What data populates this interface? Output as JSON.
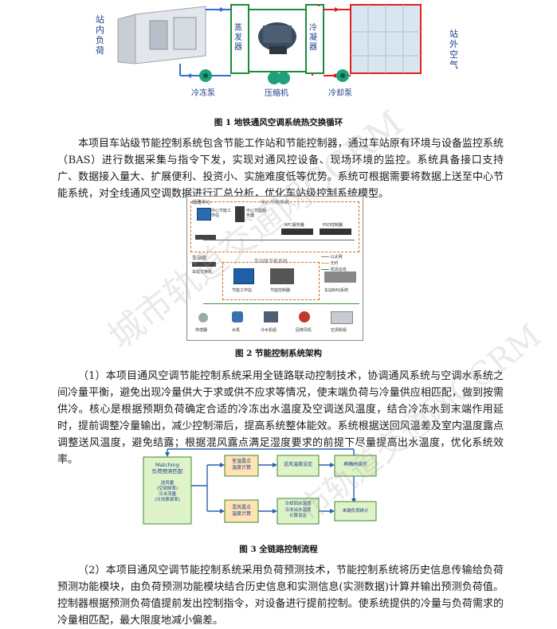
{
  "figure1": {
    "caption": "图 1 地铁通风空调系统热交换循环",
    "left_label": [
      "站",
      "内",
      "负",
      "荷"
    ],
    "right_label": [
      "站",
      "外",
      "空",
      "气"
    ],
    "evaporator_label": [
      "蒸",
      "发",
      "器"
    ],
    "condenser_label": [
      "冷",
      "凝",
      "器"
    ],
    "chilled_pump_label": "冷冻泵",
    "compressor_label": "压缩机",
    "cooling_pump_label": "冷却泵",
    "colors": {
      "blue": "#2f6fd6",
      "green": "#1e8a3e",
      "red": "#e02020",
      "pump": "#1fa07a"
    }
  },
  "para1": "本项目车站级节能控制系统包含节能工作站和节能控制器，通过车站原有环境与设备监控系统（BAS）进行数据采集与指令下发，实现对通风控设备、现场环境的监控。系统具备接口支持广、数据接入量大、扩展便利、投资小、实施难度低等优势。系统可根据需要将数据上送至中心节能系统，对全线通风空调数据进行汇总分析，优化车站级控制系统模型。",
  "figure2": {
    "caption": "图 2 节能控制系统架构",
    "center_zone": "线路中心",
    "center_energy_label": "中心节能系统",
    "center_ws_label": "中心节能工作站",
    "center_server_label": "中心节能服务器",
    "afc_label": "AFC服务器",
    "psd_label": "PSD控制器",
    "legend": [
      "以太网",
      "光纤",
      "现场总线"
    ],
    "station_zone": "车站级",
    "station_energy_label": "车站级节能系统",
    "station_switch_label": "车站交换机",
    "energy_ws_label": "节能工作站",
    "energy_ctrl_label": "节能控制器",
    "bas_label": "车站BAS系统",
    "devices": [
      "传感器",
      "水泵",
      "冷水机组",
      "回排风机",
      "空调机组"
    ]
  },
  "para2": "（1）本项目通风空调节能控制系统采用全链路联动控制技术，协调通风系统与空调水系统之间冷量平衡，避免出现冷量供大于求或供不应求等情况，使末端负荷与冷量供应相匹配，做到按需供冷。核心是根据预期负荷确定合适的冷冻出水温度及空调送风温度，结合冷冻水到末端作用延时，提前调整冷量输出，减少控制滞后，提高系统整体能效。系统根据送回风温差及室内温度露点调整送风温度，避免结露；根据混风露点满足湿度要求的前提下尽量提高出水温度，优化系统效率。",
  "figure3": {
    "caption": "图 3 全链路控制流程",
    "matching_label": [
      "Matching",
      "负荷预测匹配"
    ],
    "matching_sub": [
      "送风量",
      "(空调频率)",
      "冷水流量",
      "(冷冻泵频率)"
    ],
    "box1": [
      "室温露点",
      "温度计算"
    ],
    "box2": "送风温度设定",
    "box3": "再确阀调节",
    "box4": [
      "混风露点",
      "温度计算"
    ],
    "box5": [
      "冷却回水温度",
      "冷冻出水温度",
      "计算设定"
    ],
    "box6": "末端负荷统计",
    "colors": {
      "box": "#dff3c9",
      "box_border": "#3d8a2e",
      "line": "#2b5fb3",
      "accent": "#ffe3b3"
    }
  },
  "para3": "（2）本项目通风空调节能控制系统采用负荷预测技术，节能控制系统将历史信息传输给负荷预测功能模块，由负荷预测功能模块结合历史信息和实测信息(实测数据)计算并输出预测负荷值。控制器根据预测负荷值提前发出控制指令，对设备进行提前控制。使系统提供的冷量与负荷需求的冷量相匹配，最大限度地减小偏差。",
  "watermark": {
    "text1": "城市轨道交通网CCRM",
    "text2": "市轨道交通网CCRM"
  }
}
